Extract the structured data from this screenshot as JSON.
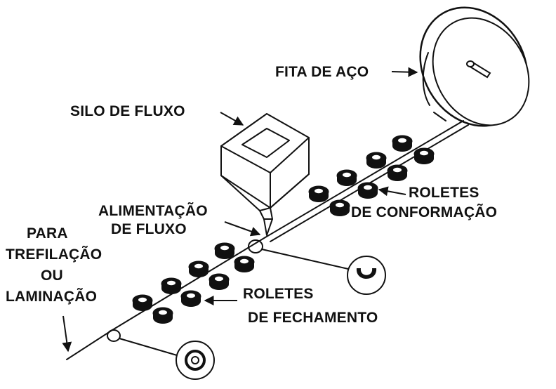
{
  "labels": {
    "fita_de_aco": "FITA DE AÇO",
    "silo_de_fluxo": "SILO DE FLUXO",
    "alimentacao_de_fluxo": [
      "ALIMENTAÇÃO",
      "DE FLUXO"
    ],
    "para_trefilacao": [
      "PARA",
      "TREFILAÇÃO",
      "OU",
      "LAMINAÇÃO"
    ],
    "roletes_de_conformacao": [
      "ROLETES",
      "DE CONFORMAÇÃO"
    ],
    "roletes_de_fechamento": [
      "ROLETES",
      "DE FECHAMENTO"
    ]
  },
  "colors": {
    "ink": "#111111",
    "background": "#ffffff"
  }
}
